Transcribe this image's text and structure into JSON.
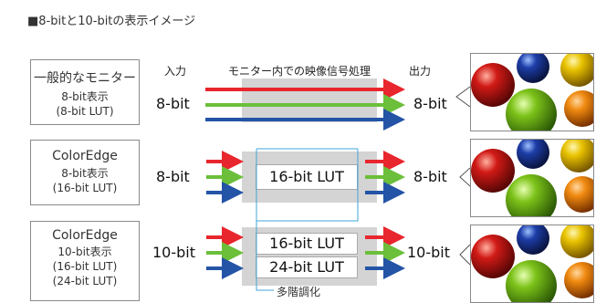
{
  "title": "■8-bitと10-bitの表示イメージ",
  "headers": {
    "input": "入力",
    "process": "モニター内での映像信号処理",
    "output": "出力"
  },
  "rows": [
    {
      "monitor_name": "一般的なモニター",
      "monitor_sub1": "8-bit表示",
      "monitor_sub2": "(8-bit LUT)",
      "in_label": "8-bit",
      "out_label": "8-bit"
    },
    {
      "monitor_name": "ColorEdge",
      "monitor_sub1": "8-bit表示",
      "monitor_sub2": "(16-bit LUT)",
      "in_label": "8-bit",
      "lut1": "16-bit LUT",
      "out_label": "8-bit"
    },
    {
      "monitor_name": "ColorEdge",
      "monitor_sub1": "10-bit表示",
      "monitor_sub2": "(16-bit LUT)",
      "monitor_sub3": "(24-bit LUT)",
      "in_label": "10-bit",
      "lut1": "16-bit LUT",
      "lut2": "24-bit LUT",
      "out_label": "10-bit"
    }
  ],
  "callout": "多階調化",
  "colors": {
    "red": "#e8262d",
    "green": "#6bbf3a",
    "blue": "#2454a6",
    "gray_panel": "#d4d4d4",
    "callout_line": "#42a6d8"
  }
}
